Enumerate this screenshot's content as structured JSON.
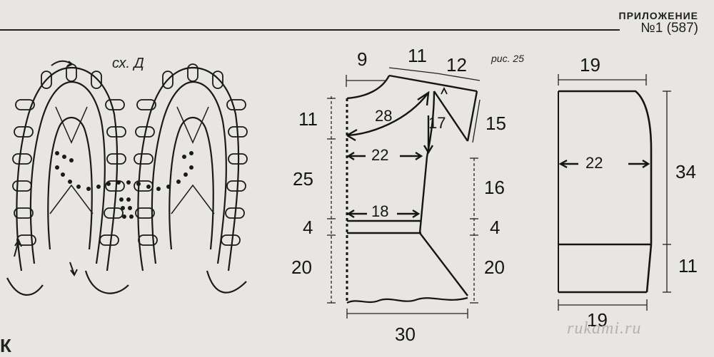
{
  "header": {
    "title": "ПРИЛОЖЕНИЕ",
    "issue": "№1 (587)"
  },
  "scheme": {
    "label": "сх. Д"
  },
  "figure": {
    "label": "рис. 25"
  },
  "watermark": "rukami.ru",
  "bottom_letter": "К",
  "front_panel": {
    "top_neck_width": "9",
    "top_shoulder_width": "11",
    "top_shoulder_slope_width": "12",
    "side_top_height": "11",
    "side_upper_height": "25",
    "side_band_height": "4",
    "side_lower_height": "20",
    "neck_curve_length": "28",
    "armhole_depth": "17",
    "shoulder_drop": "15",
    "half_width_upper": "22",
    "half_width_band": "18",
    "right_upper_height": "16",
    "right_band_height": "4",
    "right_lower_height": "20",
    "bottom_width": "30"
  },
  "sleeve_panel": {
    "top_width": "19",
    "mid_width": "22",
    "upper_height": "34",
    "cuff_height": "11",
    "bottom_width": "19"
  },
  "colors": {
    "ink": "#161616",
    "paper": "#e8e6e3",
    "watermark": "#b5b3af"
  }
}
